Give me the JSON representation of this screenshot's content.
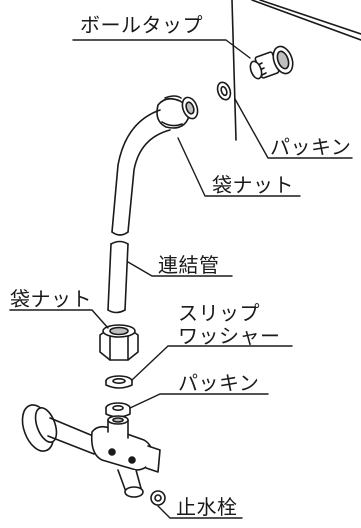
{
  "labels": {
    "ball_tap": "ボールタップ",
    "packing_top": "パッキン",
    "cap_nut_top": "袋ナット",
    "connecting_pipe": "連結管",
    "cap_nut_bottom": "袋ナット",
    "slip_washer_line1": "スリップ",
    "slip_washer_line2": "ワッシャー",
    "packing_bottom": "パッキン",
    "stop_valve": "止水栓"
  },
  "colors": {
    "line": "#1a1a1a",
    "fill": "#ffffff",
    "shade": "#bfbfbf"
  }
}
